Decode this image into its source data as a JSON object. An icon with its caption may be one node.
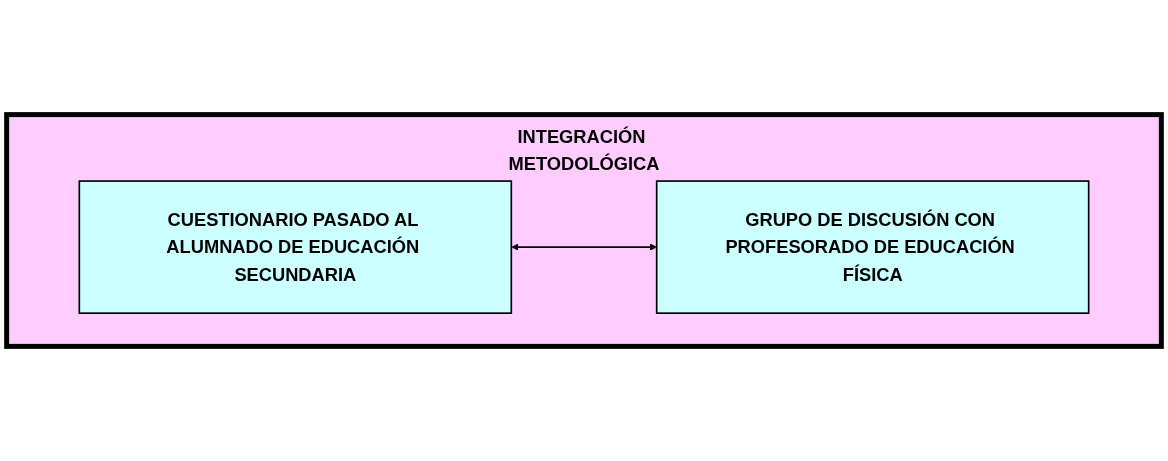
{
  "diagram": {
    "nodes": [
      {
        "text": [
          "INTEGRACIÓN METODOLÓGICA"
        ]
      },
      {
        "text": [
          "CUESTIONARIO PASADO AL ALUMNADO DE EDUCACIÓN SECUNDARIA"
        ],
        "in": 0
      },
      {
        "text": [
          "GRUPO DE DISCUSIÓN CON PROFESORADO DE EDUCACIÓN FÍSICA"
        ],
        "in": 0
      }
    ],
    "edges": [
      {
        "from": 1,
        "to": 2,
        "arrow": "both"
      }
    ]
  }
}
